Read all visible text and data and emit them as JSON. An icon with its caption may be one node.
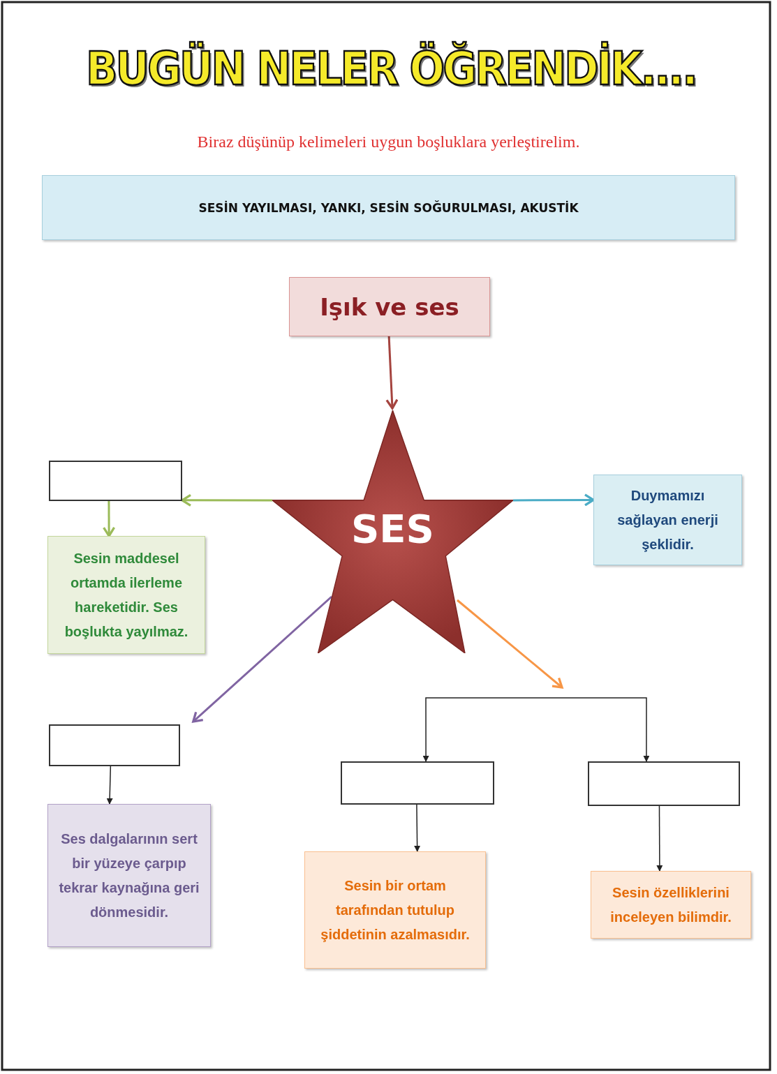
{
  "diagram": {
    "title": "BUGÜN NELER ÖĞRENDİK....",
    "nodes": [
      {
        "text": [
          "SESİN YAYILMASI, YANKI, SESİN SOĞURULMASI, AKUSTİK"
        ]
      },
      {
        "text": [
          "Işık ve ses"
        ]
      },
      {
        "text": [
          "SES"
        ]
      },
      {
        "text": [],
        "shape": "box"
      },
      {
        "text": [
          "Sesin maddesel ortamda ilerleme hareketidir. Ses boşlukta yayılmaz."
        ]
      },
      {
        "text": [
          "Duymamızı sağlayan enerji şeklidir."
        ]
      },
      {
        "text": [],
        "shape": "box"
      },
      {
        "text": [
          "Ses dalgalarının sert bir yüzeye çarpıp tekrar kaynağına geri dönmesidir."
        ]
      },
      {
        "text": [],
        "shape": "box"
      },
      {
        "text": [],
        "shape": "box"
      },
      {
        "text": [
          "Sesin bir ortam tarafından tutulup şiddetinin azalmasıdır."
        ]
      },
      {
        "text": [
          "Sesin özelliklerini inceleyen bilimdir."
        ]
      }
    ],
    "edges": [
      {
        "from": 1,
        "to": 2,
        "arrow": "to",
        "color": "#a5443f"
      },
      {
        "from": 2,
        "to": 3,
        "arrow": "to",
        "color": "#9bbb59"
      },
      {
        "from": 3,
        "to": 4,
        "arrow": "to",
        "color": "#9bbb59"
      },
      {
        "from": 2,
        "to": 5,
        "arrow": "to",
        "color": "#4bacc6"
      },
      {
        "from": 2,
        "to": 6,
        "arrow": "to",
        "color": "#8064a2"
      },
      {
        "from": 6,
        "to": 7,
        "arrow": "to"
      },
      {
        "from": 2,
        "to": null,
        "arrow": "to",
        "color": "#f79646"
      },
      {
        "from": null,
        "to": 8,
        "arrow": "to"
      },
      {
        "from": null,
        "to": 9,
        "arrow": "to"
      },
      {
        "from": 8,
        "to": 10,
        "arrow": "to"
      },
      {
        "from": 9,
        "to": 11,
        "arrow": "to"
      }
    ],
    "labels": [
      "Biraz düşünüp kelimeleri uygun boşluklara yerleştirelim."
    ]
  }
}
